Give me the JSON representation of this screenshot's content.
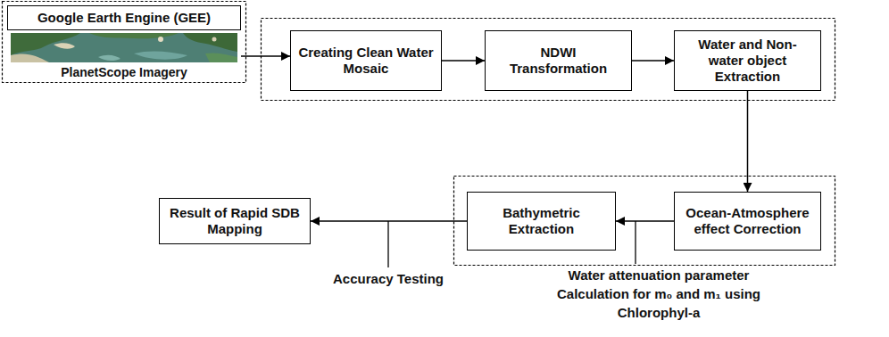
{
  "diagram": {
    "nodes": [
      {
        "text": [
          "Google Earth Engine (GEE)"
        ]
      },
      {
        "text": [
          "PlanetScope Imagery"
        ]
      },
      {
        "text": [
          "Creating Clean Water Mosaic"
        ]
      },
      {
        "text": [
          "NDWI Transformation"
        ]
      },
      {
        "text": [
          "Water and Non-water object Extraction"
        ]
      },
      {
        "text": [
          "Result of Rapid SDB Mapping"
        ]
      },
      {
        "text": [
          "Bathymetric Extraction"
        ]
      },
      {
        "text": [
          "Ocean-Atmosphere effect Correction"
        ]
      }
    ],
    "edges": [
      {
        "from": 1,
        "to": 2,
        "arrow": "to"
      },
      {
        "from": 2,
        "to": 3,
        "arrow": "to"
      },
      {
        "from": 3,
        "to": 4,
        "arrow": "to"
      },
      {
        "from": 4,
        "to": 7,
        "arrow": "to"
      },
      {
        "from": 7,
        "to": 6,
        "arrow": "to"
      },
      {
        "from": 6,
        "to": 5,
        "arrow": "to"
      }
    ],
    "labels": [
      "Accuracy Testing",
      "Water attenuation parameter Calculation for m₀ and m₁ using Chlorophyl-a"
    ]
  }
}
